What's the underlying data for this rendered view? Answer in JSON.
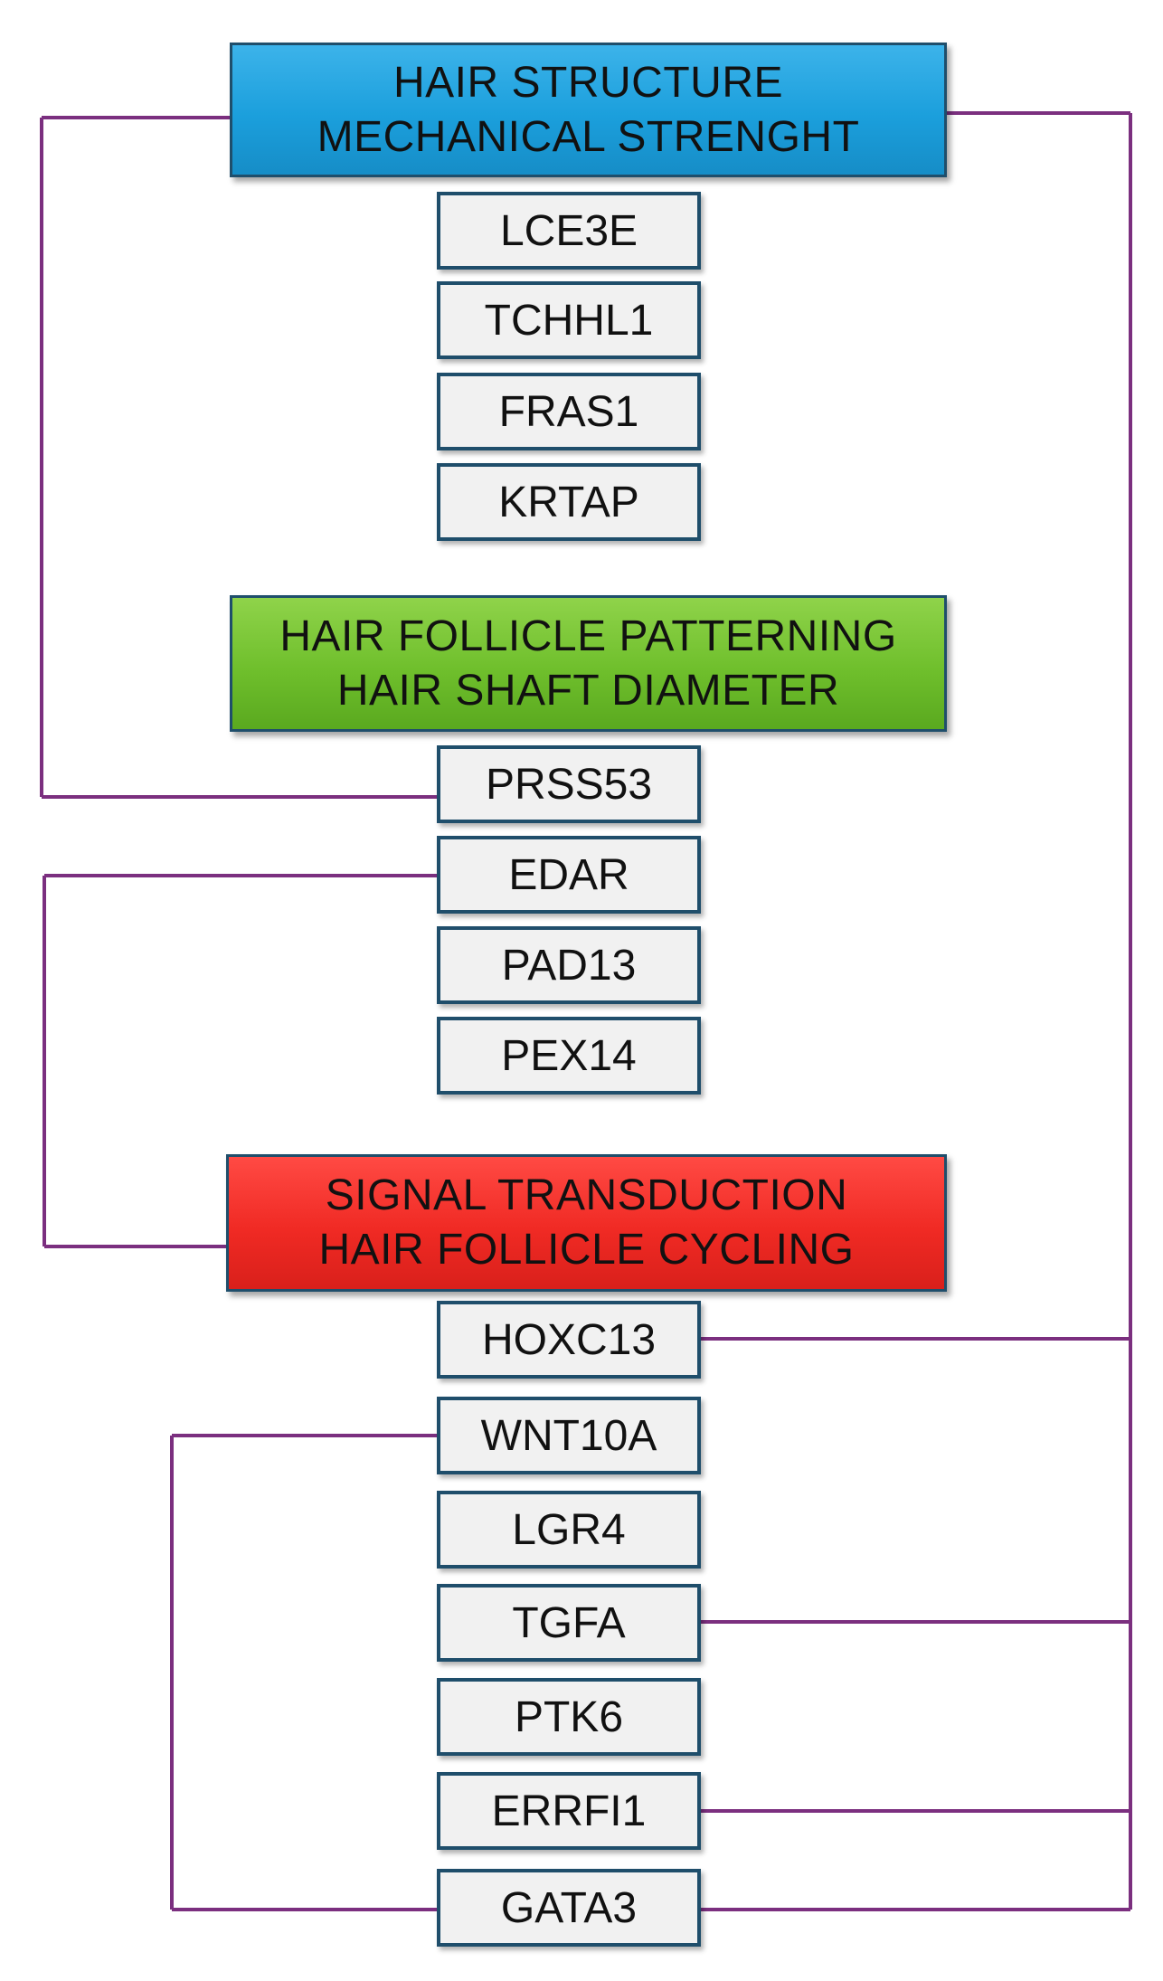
{
  "categories": [
    {
      "id": "structure",
      "line1": "HAIR STRUCTURE",
      "line2": "MECHANICAL STRENGHT",
      "color": "#1b9fdc"
    },
    {
      "id": "patterning",
      "line1": "HAIR FOLLICLE PATTERNING",
      "line2": "HAIR SHAFT DIAMETER",
      "color": "#6fbf2c"
    },
    {
      "id": "signal",
      "line1": "SIGNAL TRANSDUCTION",
      "line2": "HAIR FOLLICLE CYCLING",
      "color": "#f02a24"
    }
  ],
  "genes": {
    "structure": [
      "LCE3E",
      "TCHHL1",
      "FRAS1",
      "KRTAP"
    ],
    "patterning": [
      "PRSS53",
      "EDAR",
      "PAD13",
      "PEX14"
    ],
    "signal": [
      "HOXC13",
      "WNT10A",
      "LGR4",
      "TGFA",
      "PTK6",
      "ERRFI1",
      "GATA3"
    ]
  },
  "link_color": "#7b2f7f"
}
